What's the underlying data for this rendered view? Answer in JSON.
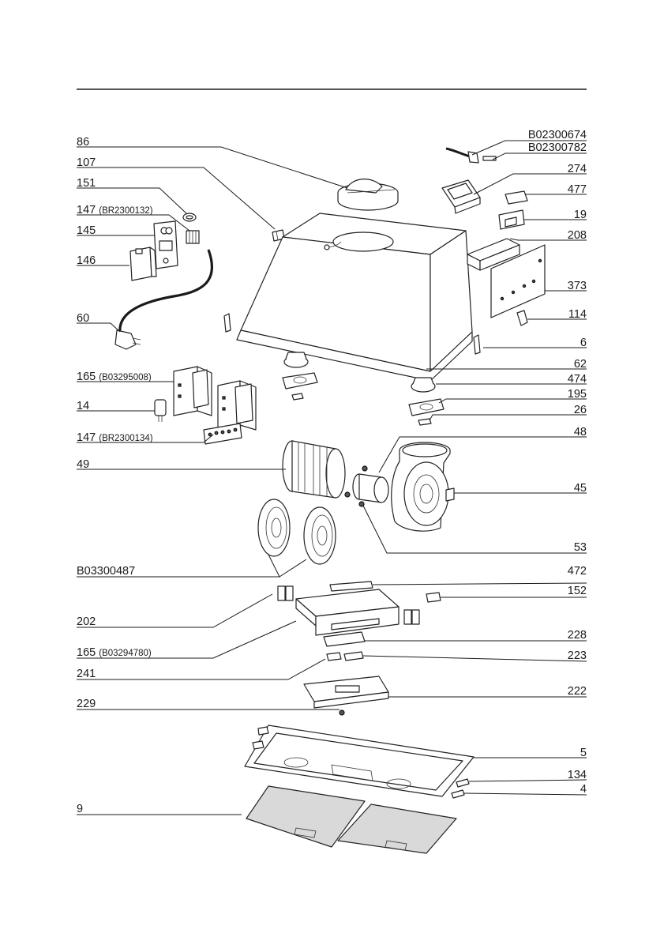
{
  "labels_left": [
    {
      "id": "86",
      "text": "86",
      "sub": ""
    },
    {
      "id": "107",
      "text": "107",
      "sub": ""
    },
    {
      "id": "151",
      "text": "151",
      "sub": ""
    },
    {
      "id": "147a",
      "text": "147",
      "sub": "(BR2300132)"
    },
    {
      "id": "145",
      "text": "145",
      "sub": ""
    },
    {
      "id": "146",
      "text": "146",
      "sub": ""
    },
    {
      "id": "60",
      "text": "60",
      "sub": ""
    },
    {
      "id": "165a",
      "text": "165",
      "sub": "(B03295008)"
    },
    {
      "id": "14",
      "text": "14",
      "sub": ""
    },
    {
      "id": "147b",
      "text": "147",
      "sub": "(BR2300134)"
    },
    {
      "id": "49",
      "text": "49",
      "sub": ""
    },
    {
      "id": "b03300487",
      "text": "B03300487",
      "sub": ""
    },
    {
      "id": "202",
      "text": "202",
      "sub": ""
    },
    {
      "id": "165b",
      "text": "165",
      "sub": "(B03294780)"
    },
    {
      "id": "241",
      "text": "241",
      "sub": ""
    },
    {
      "id": "229",
      "text": "229",
      "sub": ""
    },
    {
      "id": "9",
      "text": "9",
      "sub": ""
    }
  ],
  "labels_right": [
    {
      "id": "b02300674",
      "text": "B02300674"
    },
    {
      "id": "b02300782",
      "text": "B02300782"
    },
    {
      "id": "274",
      "text": "274"
    },
    {
      "id": "477",
      "text": "477"
    },
    {
      "id": "19",
      "text": "19"
    },
    {
      "id": "208",
      "text": "208"
    },
    {
      "id": "373",
      "text": "373"
    },
    {
      "id": "114",
      "text": "114"
    },
    {
      "id": "6",
      "text": "6"
    },
    {
      "id": "62",
      "text": "62"
    },
    {
      "id": "474",
      "text": "474"
    },
    {
      "id": "195",
      "text": "195"
    },
    {
      "id": "26",
      "text": "26"
    },
    {
      "id": "48",
      "text": "48"
    },
    {
      "id": "45",
      "text": "45"
    },
    {
      "id": "53",
      "text": "53"
    },
    {
      "id": "472",
      "text": "472"
    },
    {
      "id": "152",
      "text": "152"
    },
    {
      "id": "228",
      "text": "228"
    },
    {
      "id": "223",
      "text": "223"
    },
    {
      "id": "222",
      "text": "222"
    },
    {
      "id": "5",
      "text": "5"
    },
    {
      "id": "134",
      "text": "134"
    },
    {
      "id": "4",
      "text": "4"
    }
  ]
}
